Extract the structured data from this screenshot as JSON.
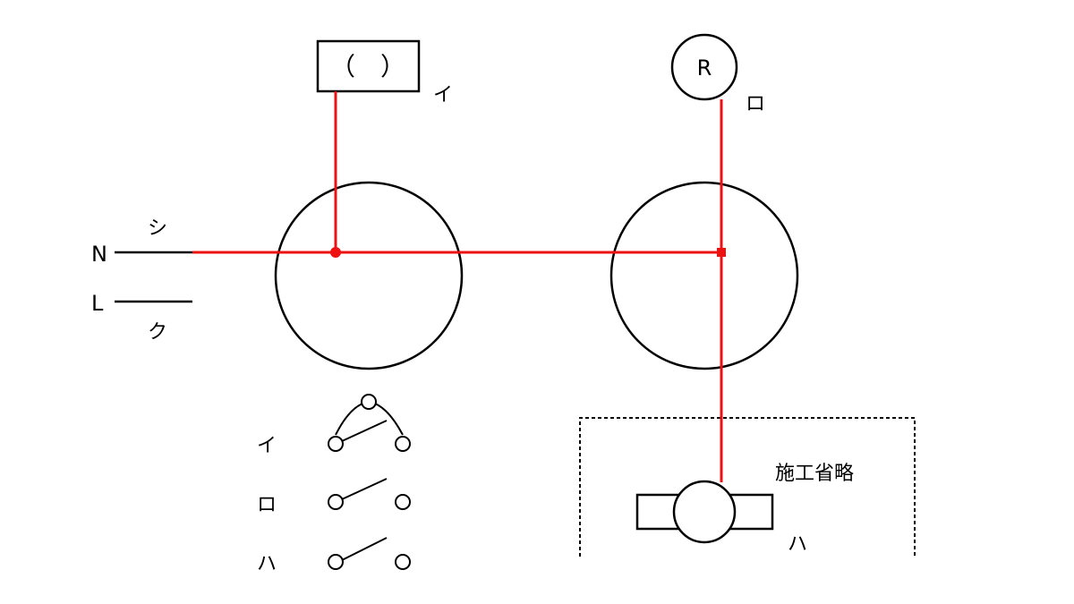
{
  "colors": {
    "wire": "#ee1111",
    "stroke": "#000000",
    "background": "#ffffff"
  },
  "supply": {
    "n_label": "N",
    "l_label": "L",
    "n_wire_label": "シ",
    "l_wire_label": "ク"
  },
  "outlet_box": {
    "text": "（　）",
    "label": "イ"
  },
  "lamp_receptacle": {
    "text": "R",
    "label": "ロ"
  },
  "omitted_area": {
    "text": "施工省略"
  },
  "device_ha": {
    "label": "ハ"
  },
  "switch_options": [
    {
      "label": "イ",
      "type": "three-way"
    },
    {
      "label": "ロ",
      "type": "single-pole"
    },
    {
      "label": "ハ",
      "type": "single-pole"
    }
  ]
}
